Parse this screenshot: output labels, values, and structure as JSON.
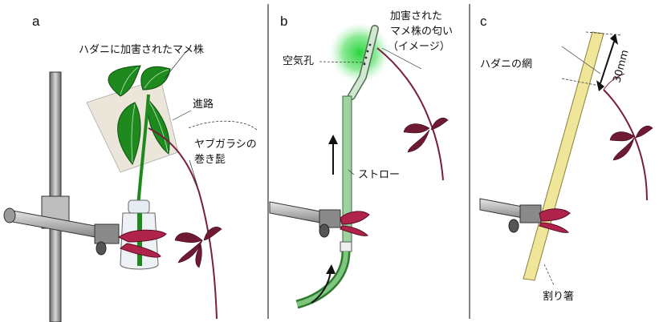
{
  "panels": [
    {
      "id": "a",
      "labels": {
        "plant": "ハダニに加害されたマメ株",
        "path": "進路",
        "tendril_line1": "ヤブガラシの",
        "tendril_line2": "巻き髭"
      }
    },
    {
      "id": "b",
      "labels": {
        "odor_line1": "加害された",
        "odor_line2": "マメ株の匂い",
        "odor_line3": "（イメージ）",
        "airhole": "空気孔",
        "straw": "ストロー"
      }
    },
    {
      "id": "c",
      "labels": {
        "mite_net": "ハダニの網",
        "distance": "30mm",
        "chopstick": "割り箸"
      }
    }
  ],
  "colors": {
    "leaf": "#1e8a1e",
    "tendril": "#7a1e3c",
    "clamp_red": "#b0234a",
    "straw": "#8fc98f",
    "odor_glow": "#2ecc40",
    "chopstick": "#efe69a"
  }
}
